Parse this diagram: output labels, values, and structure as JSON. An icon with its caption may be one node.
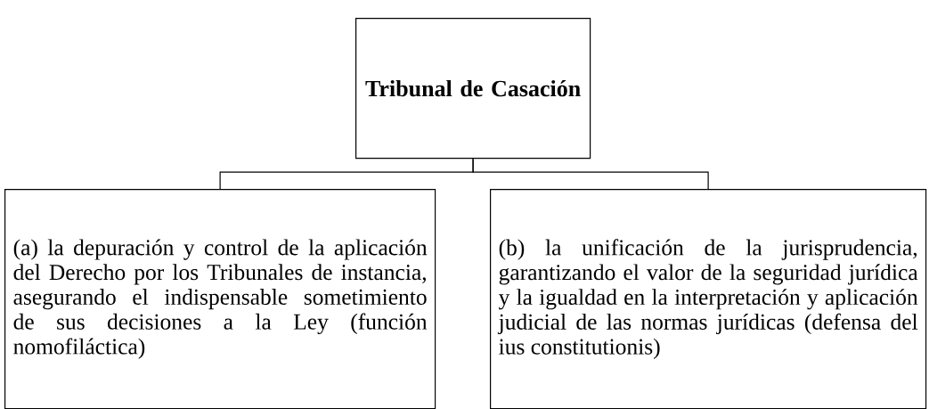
{
  "diagram": {
    "nodes": [
      {
        "text": [
          "Tribunal de Casación"
        ]
      },
      {
        "text": [
          "(a) la depuración y control de la aplicación del Derecho por los Tribunales de instancia, asegurando el indispensable sometimiento de sus decisiones a la Ley (función nomofiláctica)"
        ]
      },
      {
        "text": [
          "(b) la unificación de la jurisprudencia, garantizando el valor de la seguridad jurídica y la igualdad en la interpretación y aplicación judicial de las normas jurídicas (defensa del ius constitutionis)"
        ]
      }
    ],
    "edges": [
      {
        "from": 0,
        "to": 1,
        "arrow": "none"
      },
      {
        "from": 0,
        "to": 2,
        "arrow": "none"
      }
    ]
  }
}
